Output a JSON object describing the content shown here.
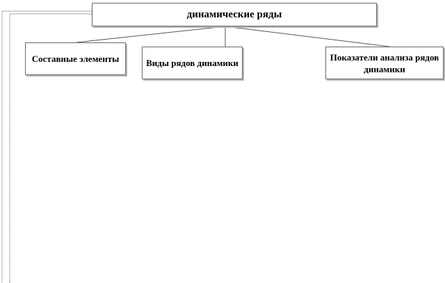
{
  "diagram": {
    "root": {
      "label": "динамические ряды"
    },
    "children": [
      {
        "label": "Составные элементы"
      },
      {
        "label": "Виды рядов динамики"
      },
      {
        "label": "Показатели анализа рядов динамики"
      }
    ]
  }
}
